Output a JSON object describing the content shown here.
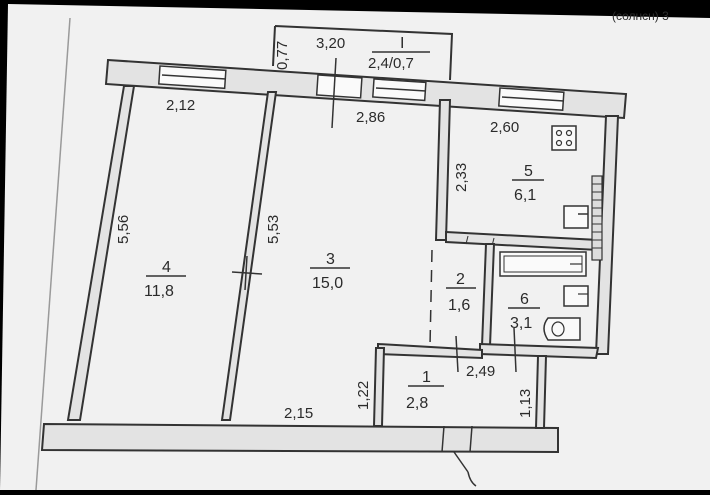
{
  "header": {
    "corner_text": "(солнсн) 3"
  },
  "balcony": {
    "number": "I",
    "area": "2,4/0,7",
    "width": "3,20",
    "depth": "0,77"
  },
  "rooms": [
    {
      "number": "1",
      "area": "2,8"
    },
    {
      "number": "2",
      "area": "1,6"
    },
    {
      "number": "3",
      "area": "15,0"
    },
    {
      "number": "4",
      "area": "11,8"
    },
    {
      "number": "5",
      "area": "6,1"
    },
    {
      "number": "6",
      "area": "3,1"
    }
  ],
  "dimensions": {
    "room4_top": "2,12",
    "room3_top": "2,86",
    "room5_top": "2,60",
    "room4_side": "5,56",
    "room3_side": "5,53",
    "room5_side": "2,33",
    "hall_right": "2,49",
    "hall_height": "1,22",
    "hall_height_right": "1,13",
    "bottom": "2,15"
  }
}
